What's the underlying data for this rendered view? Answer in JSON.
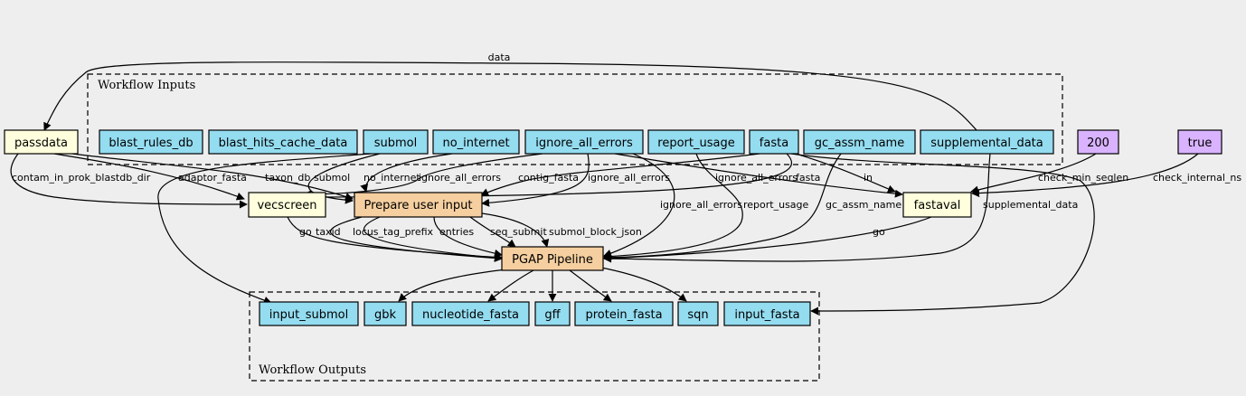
{
  "colors": {
    "background": "#eeeeee",
    "input": "#94dcf0",
    "output": "#94dcf0",
    "tool": "#ffffdd",
    "workflow": "#f5cfa0",
    "constant": "#d9b3ff"
  },
  "clusters": {
    "inputs": "Workflow Inputs",
    "outputs": "Workflow Outputs"
  },
  "nodes": {
    "passdata": "passdata",
    "blast_rules_db": "blast_rules_db",
    "blast_hits_cache_data": "blast_hits_cache_data",
    "submol": "submol",
    "no_internet": "no_internet",
    "ignore_all_errors": "ignore_all_errors",
    "report_usage": "report_usage",
    "fasta": "fasta",
    "gc_assm_name": "gc_assm_name",
    "supplemental_data": "supplemental_data",
    "const_200": "200",
    "const_true": "true",
    "vecscreen": "vecscreen",
    "prepare_user_input": "Prepare user input",
    "fastaval": "fastaval",
    "pgap_pipeline": "PGAP Pipeline",
    "out_input_submol": "input_submol",
    "out_gbk": "gbk",
    "out_nucleotide_fasta": "nucleotide_fasta",
    "out_gff": "gff",
    "out_protein_fasta": "protein_fasta",
    "out_sqn": "sqn",
    "out_input_fasta": "input_fasta"
  },
  "edge_labels": {
    "data": "data",
    "contam_in_prok_blastdb_dir": "contam_in_prok_blastdb_dir",
    "adaptor_fasta": "adaptor_fasta",
    "taxon_db": "taxon_db",
    "submol": "submol",
    "no_internet": "no_internet",
    "ignore_all_errors_1": "ignore_all_errors",
    "contig_fasta": "contig_fasta",
    "ignore_all_errors_2": "ignore_all_errors",
    "ignore_all_errors_3": "ignore_all_errors",
    "fasta": "fasta",
    "in": "in",
    "check_min_seqlen": "check_min_seqlen",
    "check_internal_ns": "check_internal_ns",
    "ignore_all_errors_4": "ignore_all_errors",
    "report_usage": "report_usage",
    "gc_assm_name": "gc_assm_name",
    "supplemental_data": "supplemental_data",
    "go_1": "go",
    "taxid": "taxid",
    "locus_tag_prefix": "locus_tag_prefix",
    "entries": "entries",
    "seq_submit": "seq_submit",
    "submol_block_json": "submol_block_json",
    "go_2": "go"
  }
}
